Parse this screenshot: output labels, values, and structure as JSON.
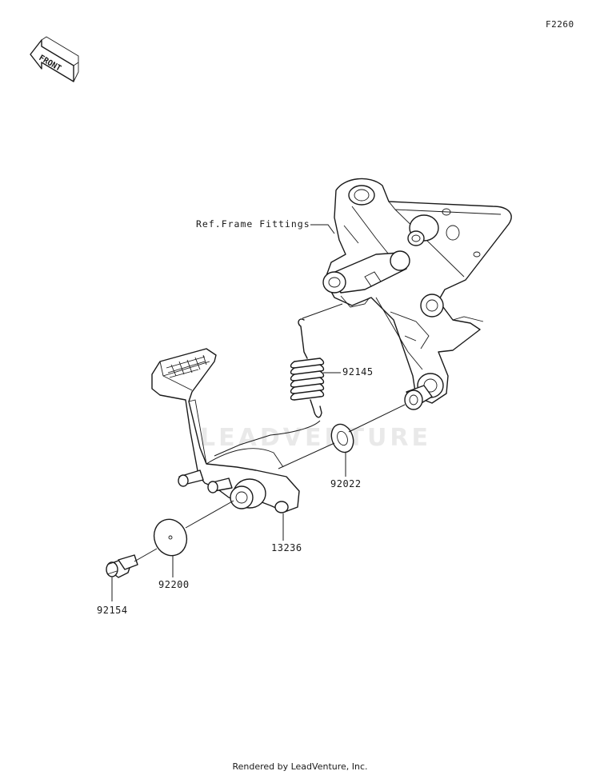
{
  "diagram": {
    "code": "F2260",
    "front_marker": "FRONT",
    "reference_label": "Ref.Frame Fittings",
    "watermark": "LEADVENTURE",
    "parts": [
      {
        "number": "92145"
      },
      {
        "number": "92022"
      },
      {
        "number": "13236"
      },
      {
        "number": "92200"
      },
      {
        "number": "92154"
      }
    ]
  },
  "footer": {
    "credit": "Rendered by LeadVenture, Inc."
  },
  "colors": {
    "line": "#1a1a1a",
    "background": "#ffffff",
    "watermark": "#e9e9e9"
  }
}
